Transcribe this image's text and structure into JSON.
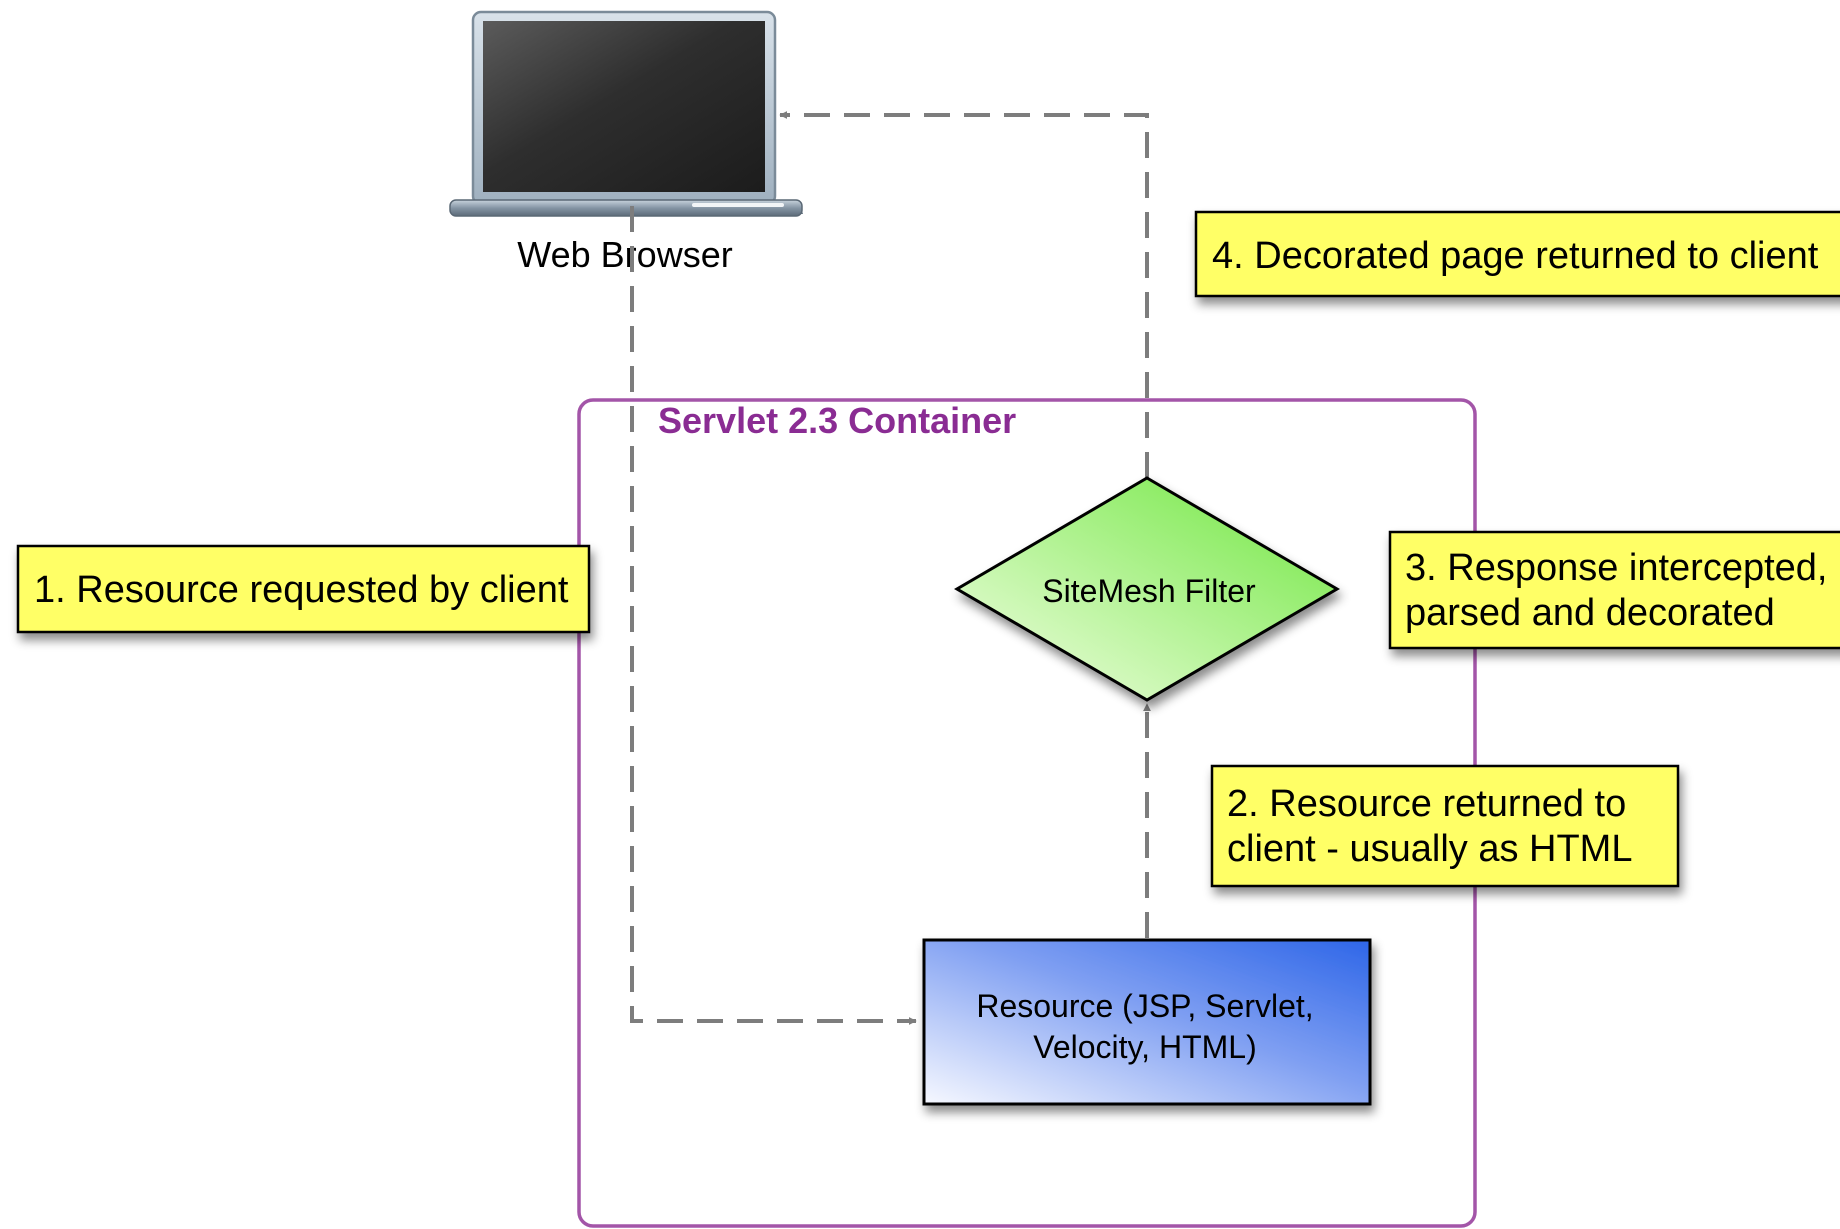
{
  "web_browser": {
    "label": "Web Browser"
  },
  "container": {
    "title": "Servlet 2.3 Container"
  },
  "sitemesh_filter": {
    "label": "SiteMesh Filter"
  },
  "resource": {
    "line1": "Resource (JSP, Servlet,",
    "line2": "Velocity, HTML)"
  },
  "notes": {
    "step1": {
      "line1": "1. Resource requested by client"
    },
    "step2": {
      "line1": "2. Resource returned to",
      "line2": "client - usually as HTML"
    },
    "step3": {
      "line1": "3. Response intercepted,",
      "line2": "parsed and decorated"
    },
    "step4": {
      "line1": "4. Decorated page returned to client"
    }
  },
  "colors": {
    "note_fill": "#ffff66",
    "container_border": "#a355a8",
    "container_title": "#8a2c93",
    "filter_fill_top": "#f4ffe6",
    "filter_fill_bottom": "#6ee63e",
    "resource_fill_left": "#f6f8ff",
    "resource_fill_right": "#2e66e8",
    "connector": "#7d7d7d"
  }
}
